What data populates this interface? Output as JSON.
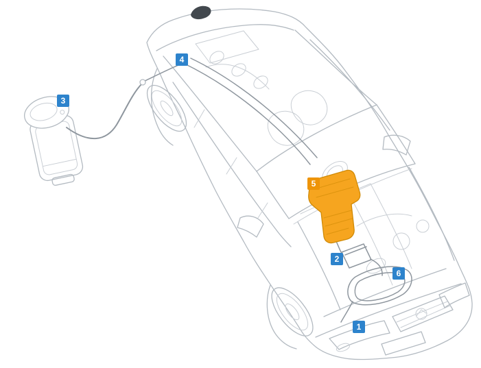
{
  "diagram": {
    "background": "#ffffff",
    "colors": {
      "outline": "#b3bac1",
      "detail": "#c9ced4",
      "wire": "#8e969e",
      "module_fill": "#f6a51f",
      "module_stroke": "#d08a06",
      "label_blue": "#2d83cc",
      "label_orange": "#ee9408",
      "label_text": "#ffffff",
      "antenna_dark": "#42484e"
    },
    "labels": [
      {
        "text": "1",
        "color": "blue"
      },
      {
        "text": "2",
        "color": "blue"
      },
      {
        "text": "3",
        "color": "blue"
      },
      {
        "text": "4",
        "color": "blue"
      },
      {
        "text": "5",
        "color": "orange"
      },
      {
        "text": "6",
        "color": "blue"
      }
    ]
  }
}
